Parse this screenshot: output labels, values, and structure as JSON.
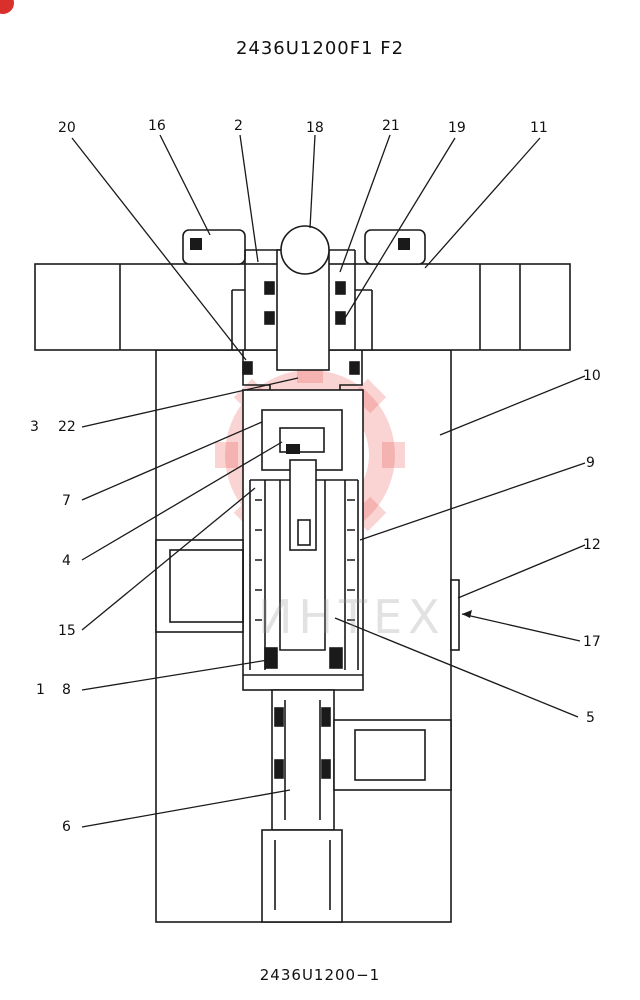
{
  "title": "2436U1200F1   F2",
  "footer_code": "2436U1200−1",
  "watermark": "ИНТЕХ",
  "labels": {
    "l20": "20",
    "l16": "16",
    "l2": "2",
    "l18": "18",
    "l21": "21",
    "l19": "19",
    "l11": "11",
    "l10": "10",
    "l3": "3",
    "l22": "22",
    "l7": "7",
    "l9": "9",
    "l4": "4",
    "l12": "12",
    "l15": "15",
    "l17": "17",
    "l1": "1",
    "l8": "8",
    "l5": "5",
    "l6": "6"
  },
  "colors": {
    "ink": "#1a1a1a",
    "watermark": "#e23a36"
  }
}
